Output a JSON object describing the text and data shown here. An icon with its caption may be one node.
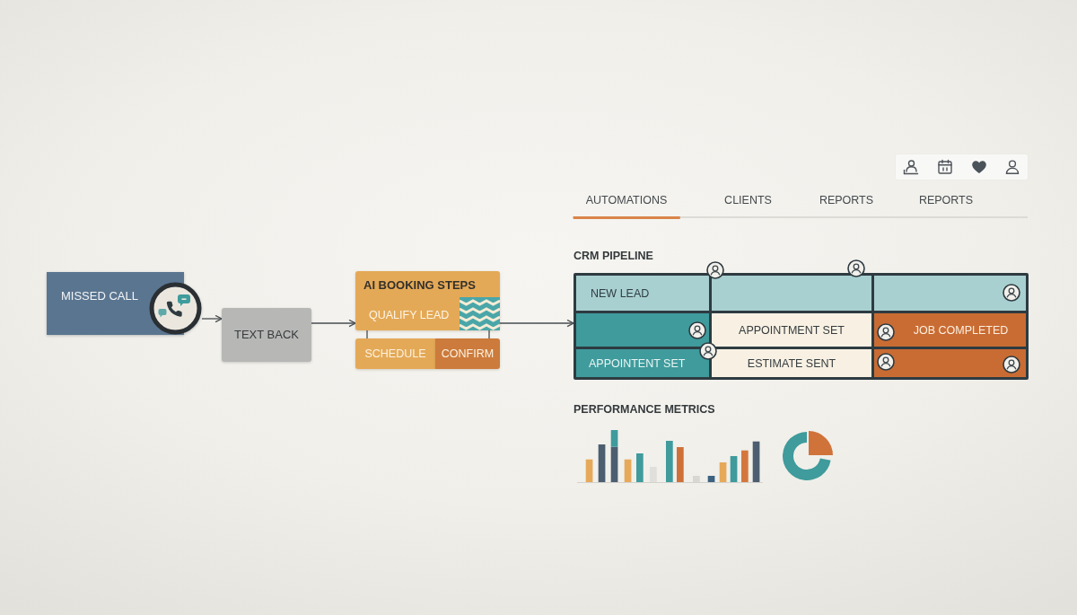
{
  "diagram": {
    "nodes": [
      {
        "text": [
          "MISSED CALL"
        ]
      },
      {
        "text": [
          "TEXT BACK"
        ]
      },
      {
        "text": [
          "AI BOOKING STEPS",
          "QUALIFY LEAD"
        ]
      },
      {
        "text": [
          "SCHEDULE"
        ]
      },
      {
        "text": [
          "CONFIRM"
        ]
      },
      {
        "text": [
          "CRM PIPELINE"
        ]
      },
      {
        "text": [
          "NEW LEAD"
        ],
        "in": 5
      },
      {
        "text": [],
        "shape": "box",
        "in": 5
      },
      {
        "text": [],
        "shape": "box",
        "in": 5
      },
      {
        "text": [],
        "shape": "box",
        "in": 5
      },
      {
        "text": [
          "APPOINTMENT SET"
        ],
        "in": 5
      },
      {
        "text": [
          "JOB COMPLETED"
        ],
        "in": 5
      },
      {
        "text": [
          "APPOINTENT SET"
        ],
        "in": 5
      },
      {
        "text": [
          "ESTIMATE SENT"
        ],
        "in": 5
      },
      {
        "text": [],
        "shape": "box",
        "in": 5
      }
    ],
    "edges": [
      {
        "from": 0,
        "to": 1,
        "arrow": "to"
      },
      {
        "from": 1,
        "to": 2,
        "arrow": "to"
      },
      {
        "from": 2,
        "to": 3,
        "arrow": "none"
      },
      {
        "from": 2,
        "to": 4,
        "arrow": "none"
      },
      {
        "from": 2,
        "to": 5,
        "arrow": "to"
      }
    ],
    "labels": [
      "AUTOMATIONS",
      "CLIENTS",
      "REPORTS",
      "REPORTS",
      "PERFORMANCE METRICS"
    ]
  }
}
